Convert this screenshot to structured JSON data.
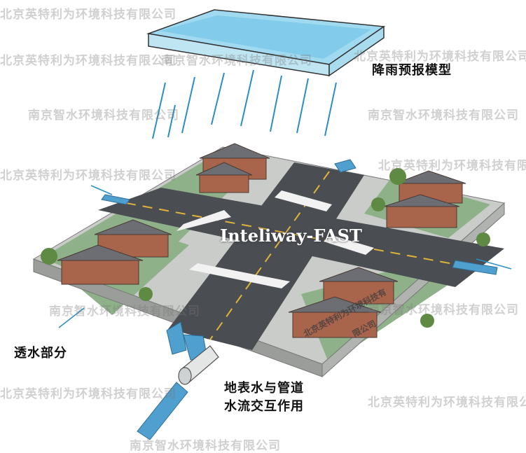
{
  "labels": {
    "rainfall_model": "降雨预报模型",
    "permeable_part": "透水部分",
    "surface_pipe_line1": "地表水与管道",
    "surface_pipe_line2": "水流交互作用",
    "center_title": "Inteliway-FAST"
  },
  "watermarks": {
    "company_a": "北京英特利为环境科技有限公司",
    "company_b": "南京智水环境科技有限公司",
    "stamp_line1": "北京英特利为环境科技有",
    "stamp_line2": "限公司"
  },
  "colors": {
    "road": "#4a4d52",
    "grass": "#8fb189",
    "arrow": "#4f9fcf",
    "water": "#7fc6e6",
    "sidewalk": "#c9ccc9"
  }
}
